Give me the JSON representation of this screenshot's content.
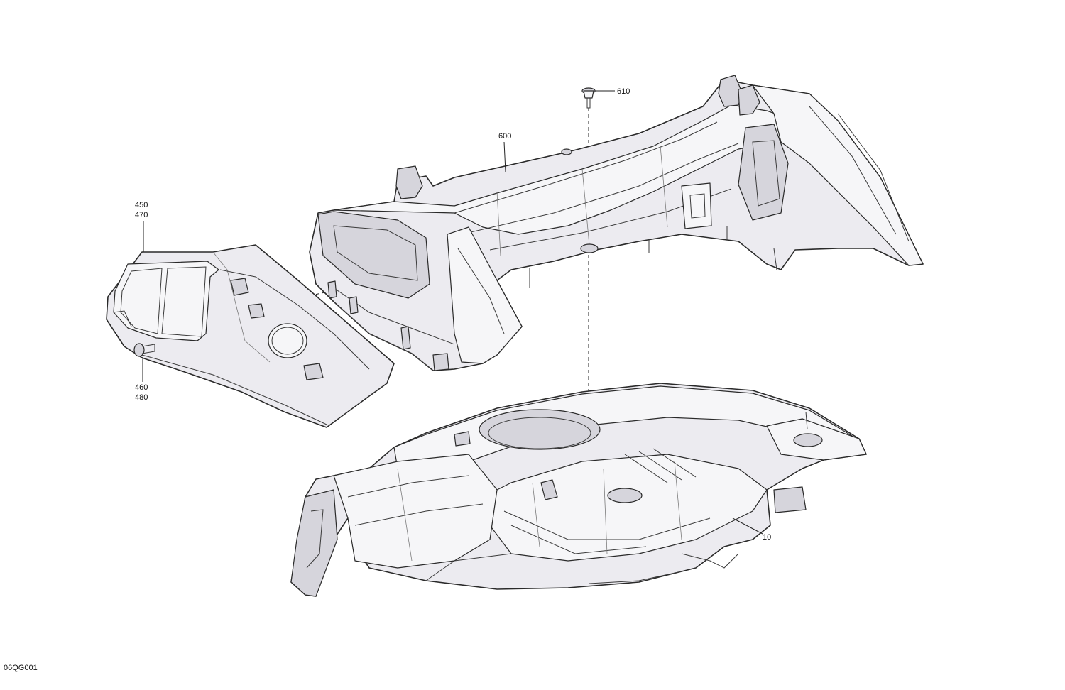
{
  "drawing_code": "06QG001",
  "callouts": {
    "part_10": "10",
    "part_450": "450",
    "part_470": "470",
    "part_460": "460",
    "part_480": "480",
    "part_600": "600",
    "part_610": "610"
  }
}
